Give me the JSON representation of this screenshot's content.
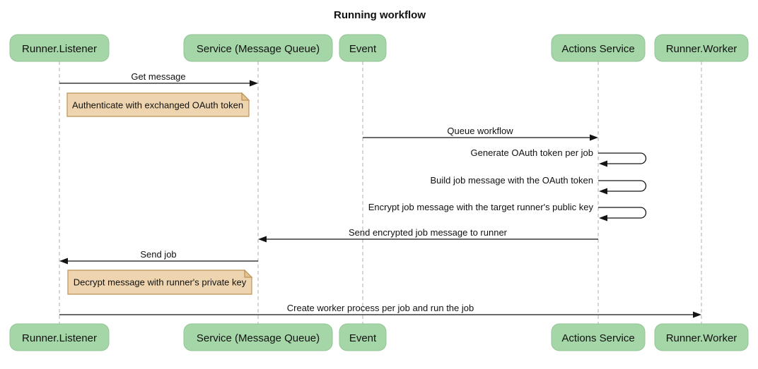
{
  "title": "Running workflow",
  "colors": {
    "background": "#FFFFFF",
    "participant_fill": "#A5D6A7",
    "participant_border": "#94C496",
    "note_fill": "#EFD5AF",
    "note_fold_fill": "#E3C493",
    "note_border": "#BC9256",
    "lifeline": "#ADADAD",
    "arrow": "#141414",
    "text": "#111111"
  },
  "participants": [
    {
      "label": "Runner.Listener"
    },
    {
      "label": "Service (Message Queue)"
    },
    {
      "label": "Event"
    },
    {
      "label": "Actions Service"
    },
    {
      "label": "Runner.Worker"
    }
  ],
  "messages": [
    {
      "label": "Get message",
      "from": "Runner.Listener",
      "to": "Service (Message Queue)",
      "type": "arrow"
    },
    {
      "label": "Queue workflow",
      "from": "Event",
      "to": "Actions Service",
      "type": "arrow"
    },
    {
      "label": "Generate OAuth token per job",
      "from": "Actions Service",
      "to": "Actions Service",
      "type": "self"
    },
    {
      "label": "Build job message with the OAuth token",
      "from": "Actions Service",
      "to": "Actions Service",
      "type": "self"
    },
    {
      "label": "Encrypt job message with the target runner's public key",
      "from": "Actions Service",
      "to": "Actions Service",
      "type": "self"
    },
    {
      "label": "Send encrypted job message to runner",
      "from": "Actions Service",
      "to": "Service (Message Queue)",
      "type": "arrow"
    },
    {
      "label": "Send job",
      "from": "Service (Message Queue)",
      "to": "Runner.Listener",
      "type": "arrow"
    },
    {
      "label": "Create worker process per job and run the job",
      "from": "Runner.Listener",
      "to": "Runner.Worker",
      "type": "arrow"
    }
  ],
  "notes": [
    {
      "text": "Authenticate with exchanged OAuth token",
      "position": "right of Runner.Listener"
    },
    {
      "text": "Decrypt message with runner's private key",
      "position": "right of Runner.Listener"
    }
  ]
}
